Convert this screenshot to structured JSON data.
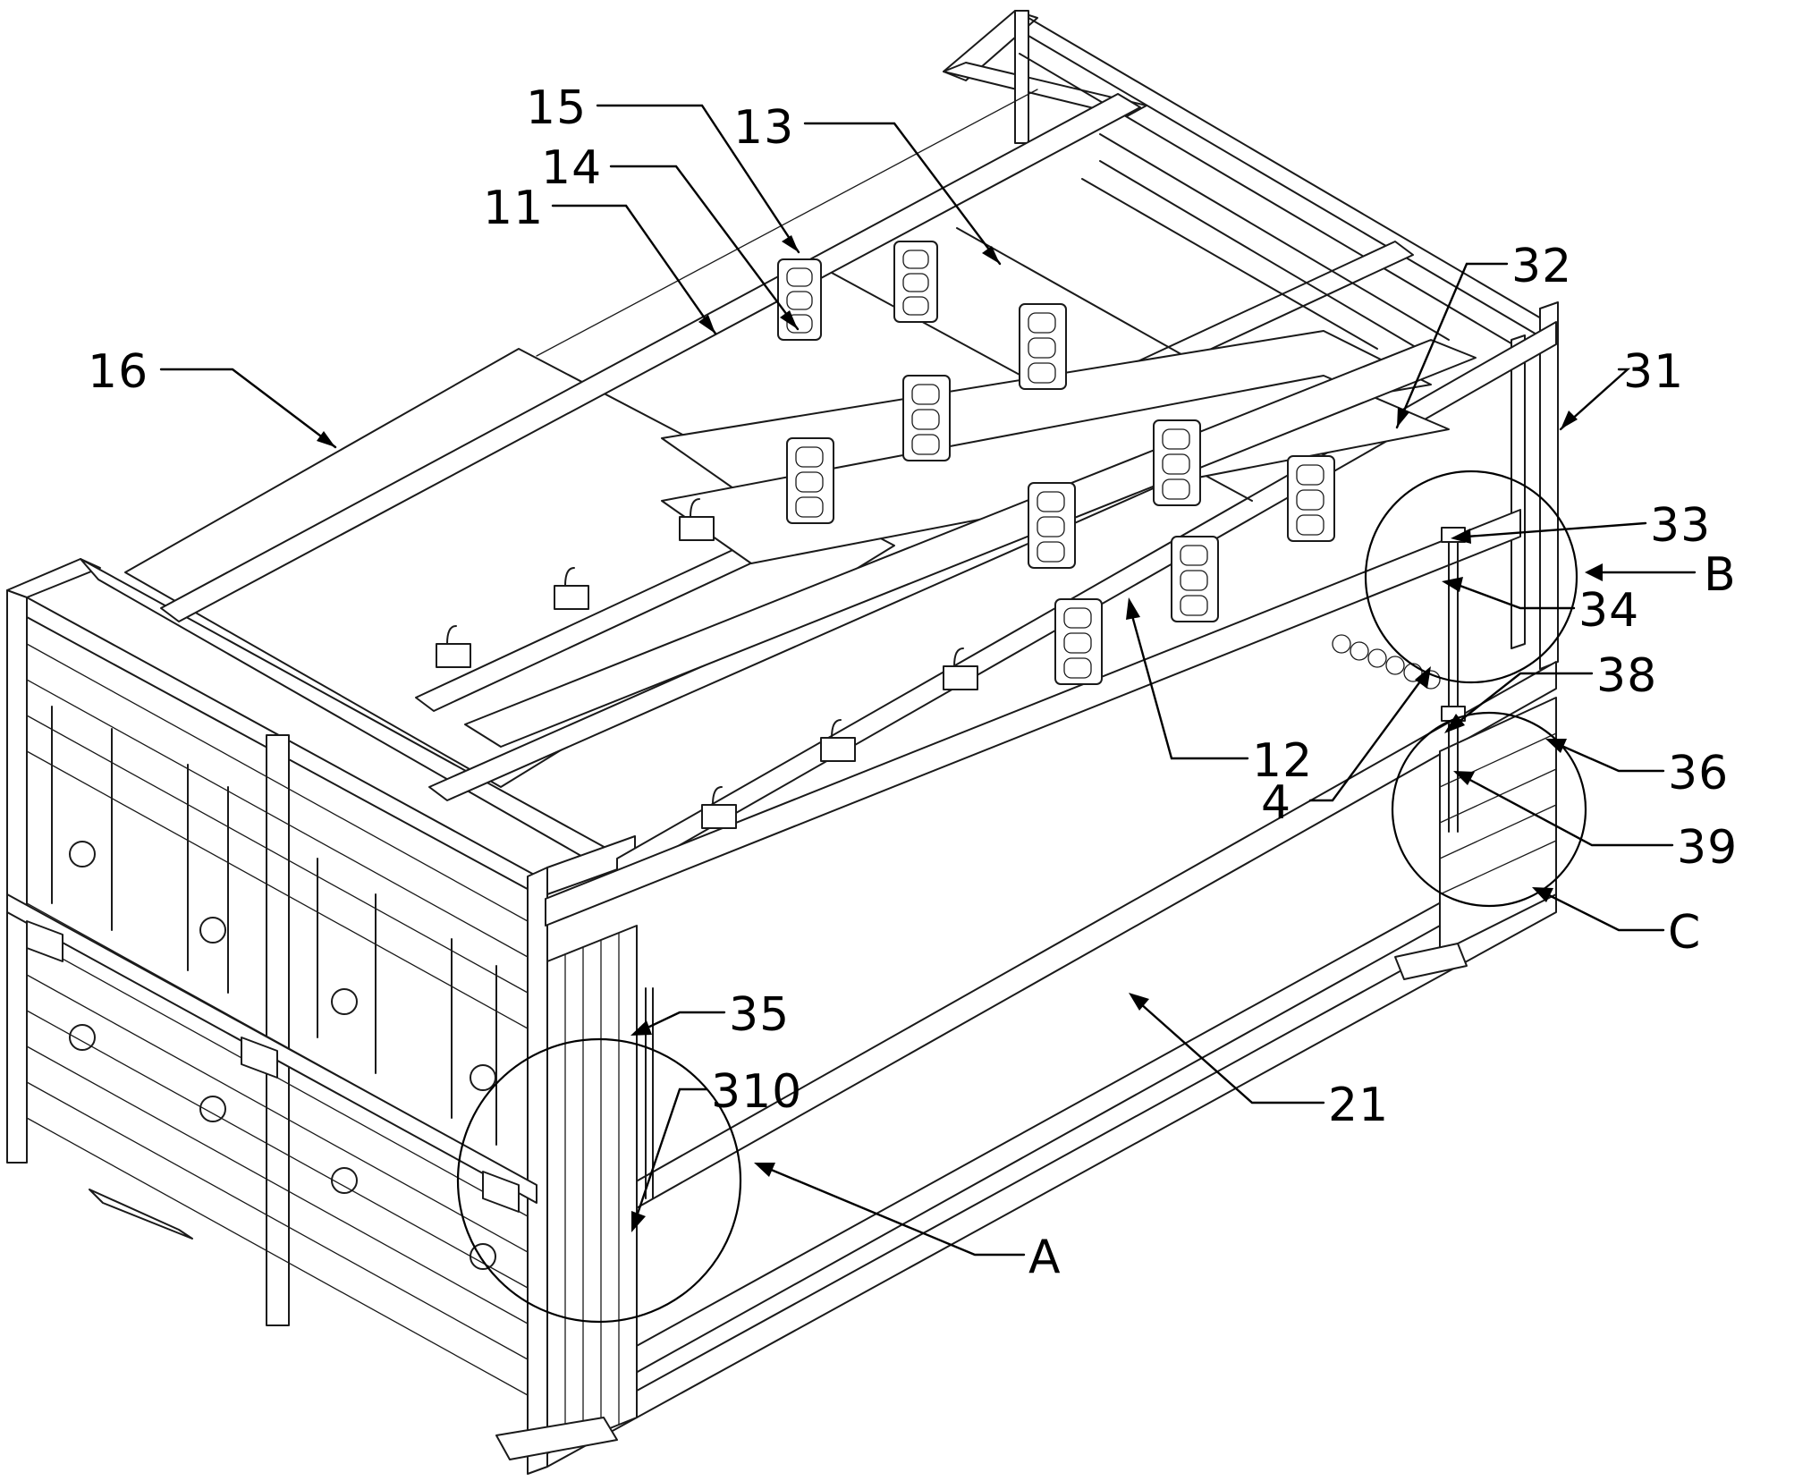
{
  "figure": {
    "background": "#ffffff",
    "line_color": "#1a1a1a",
    "labels": [
      {
        "id": "l15",
        "text": "15"
      },
      {
        "id": "l13",
        "text": "13"
      },
      {
        "id": "l14",
        "text": "14"
      },
      {
        "id": "l11",
        "text": "11"
      },
      {
        "id": "l32",
        "text": "32"
      },
      {
        "id": "l16",
        "text": "16"
      },
      {
        "id": "l31",
        "text": "31"
      },
      {
        "id": "l33",
        "text": "33"
      },
      {
        "id": "lB",
        "text": "B"
      },
      {
        "id": "l34",
        "text": "34"
      },
      {
        "id": "l38",
        "text": "38"
      },
      {
        "id": "l12",
        "text": "12"
      },
      {
        "id": "l4",
        "text": "4"
      },
      {
        "id": "l36",
        "text": "36"
      },
      {
        "id": "l39",
        "text": "39"
      },
      {
        "id": "lC",
        "text": "C"
      },
      {
        "id": "l35",
        "text": "35"
      },
      {
        "id": "l310",
        "text": "310"
      },
      {
        "id": "l21",
        "text": "21"
      },
      {
        "id": "lA",
        "text": "A"
      }
    ]
  }
}
